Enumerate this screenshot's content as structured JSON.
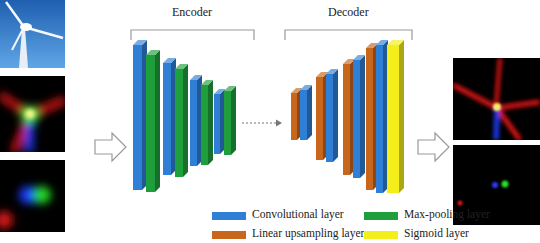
{
  "diagram": {
    "labels": [
      "Encoder",
      "Decoder"
    ],
    "legend": [
      {
        "text": "Convolutional layer",
        "color": "#2f7fd6"
      },
      {
        "text": "Max-pooling layer",
        "color": "#1f9e3c"
      },
      {
        "text": "Linear upsampling layer",
        "color": "#c8661c"
      },
      {
        "text": "Sigmoid layer",
        "color": "#f4ee1a"
      }
    ]
  }
}
